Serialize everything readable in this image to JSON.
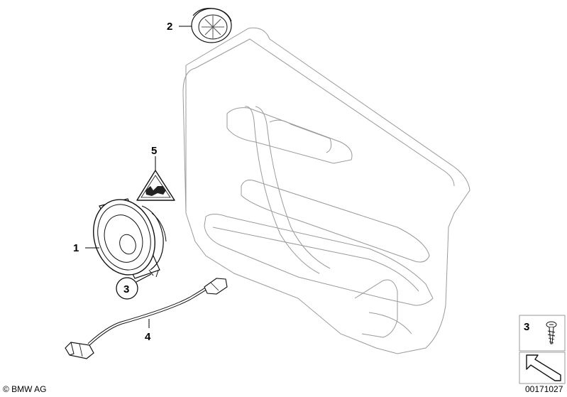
{
  "callouts": {
    "part1": "1",
    "part2": "2",
    "part3": "3",
    "part4": "4",
    "part5": "5"
  },
  "legend": {
    "part_number": "3"
  },
  "footer": {
    "copyright": "© BMW AG",
    "image_number": "00171027"
  }
}
